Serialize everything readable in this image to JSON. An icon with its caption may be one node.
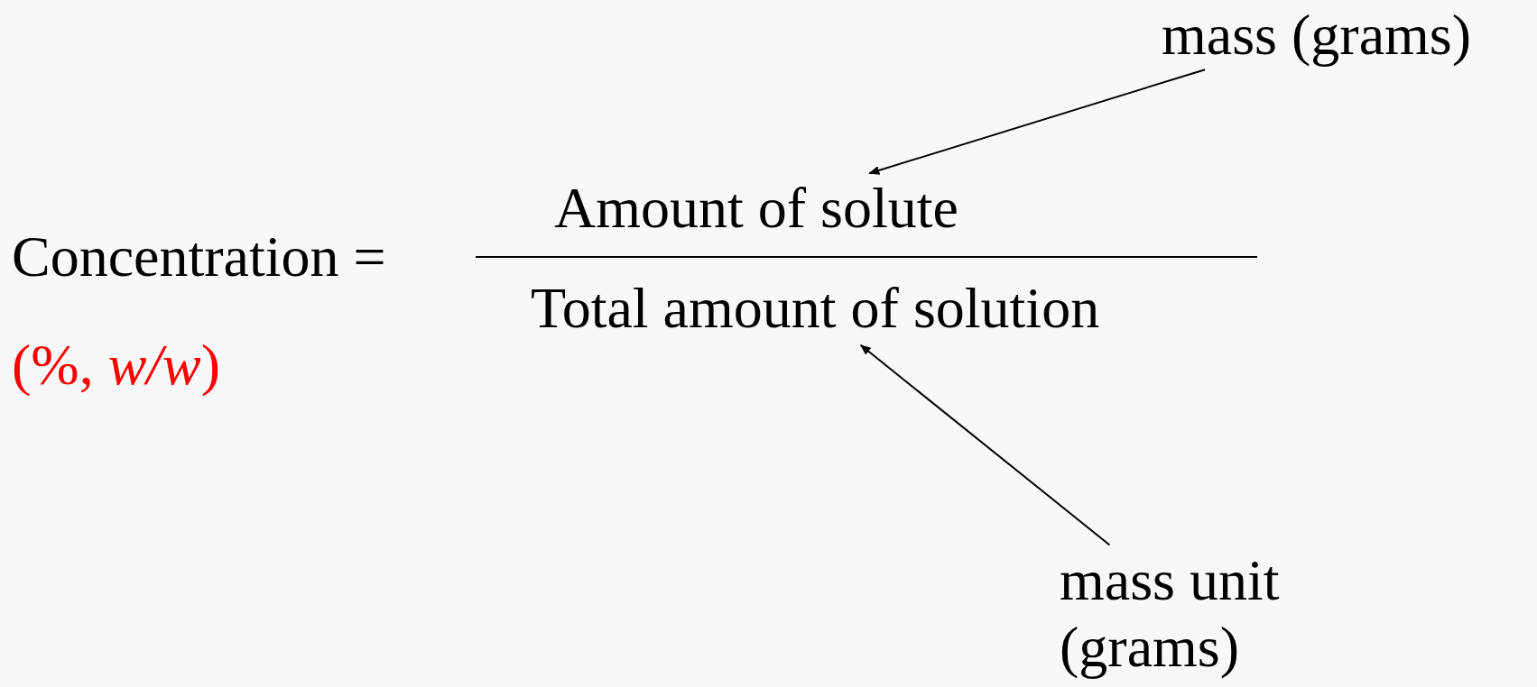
{
  "diagram": {
    "nodes": [
      {
        "text": [
          "mass (grams)"
        ]
      },
      {
        "text": [
          "Amount of solute"
        ]
      },
      {
        "text": [
          "Total amount of solution"
        ]
      },
      {
        "text": [
          "mass unit (grams)"
        ]
      }
    ],
    "edges": [
      {
        "from": 0,
        "to": 1,
        "arrow": "to"
      },
      {
        "from": 3,
        "to": 2,
        "arrow": "to"
      }
    ],
    "labels": [
      "Concentration =",
      "(%, *w/w*)"
    ]
  }
}
